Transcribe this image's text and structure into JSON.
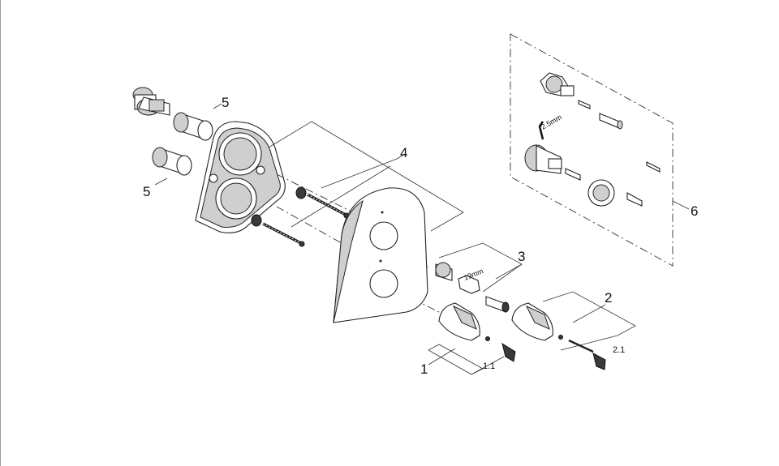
{
  "diagram": {
    "callouts": {
      "part_1": "1",
      "part_1_1": "1.1",
      "part_2": "2",
      "part_2_1": "2.1",
      "part_3": "3",
      "part_4": "4",
      "part_5_top": "5",
      "part_5_bottom": "5",
      "part_6": "6"
    },
    "tool_sizes": {
      "wrench": "19mm",
      "hex_key": "2.5mm"
    }
  }
}
